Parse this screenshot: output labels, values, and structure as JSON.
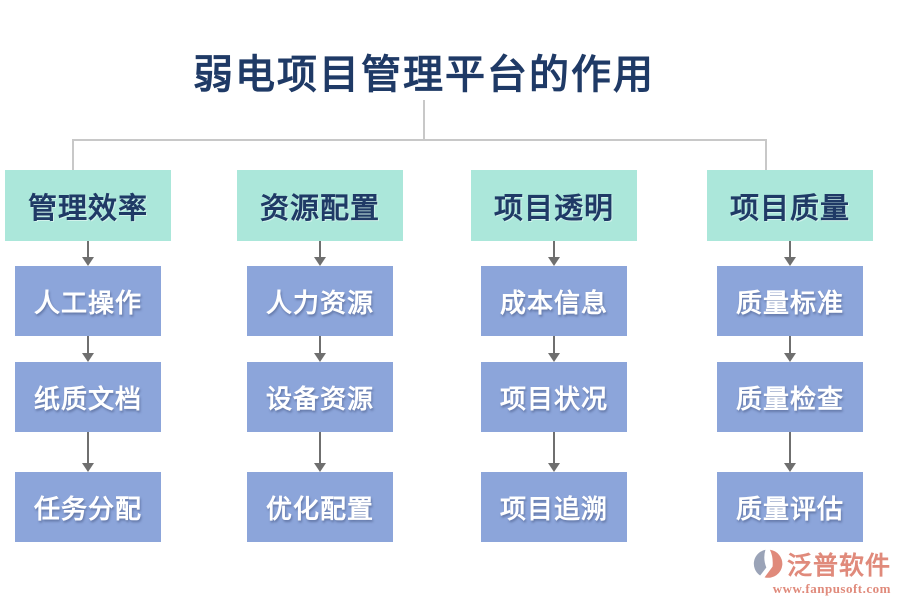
{
  "title": "弱电项目管理平台的作用",
  "columns": [
    {
      "header": "管理效率",
      "items": [
        "人工操作",
        "纸质文档",
        "任务分配"
      ]
    },
    {
      "header": "资源配置",
      "items": [
        "人力资源",
        "设备资源",
        "优化配置"
      ]
    },
    {
      "header": "项目透明",
      "items": [
        "成本信息",
        "项目状况",
        "项目追溯"
      ]
    },
    {
      "header": "项目质量",
      "items": [
        "质量标准",
        "质量检查",
        "质量评估"
      ]
    }
  ],
  "branding": {
    "name": "泛普软件",
    "url": "www.fanpusoft.com"
  },
  "colors": {
    "title_color": "#1f3a66",
    "header_bg": "#abe7da",
    "item_bg": "#8ca5da",
    "arrow": "#6f6f6f",
    "connector": "#c8c8c8",
    "brand": "#e08a7b",
    "brand_icon_gray": "#9aa3b7"
  }
}
